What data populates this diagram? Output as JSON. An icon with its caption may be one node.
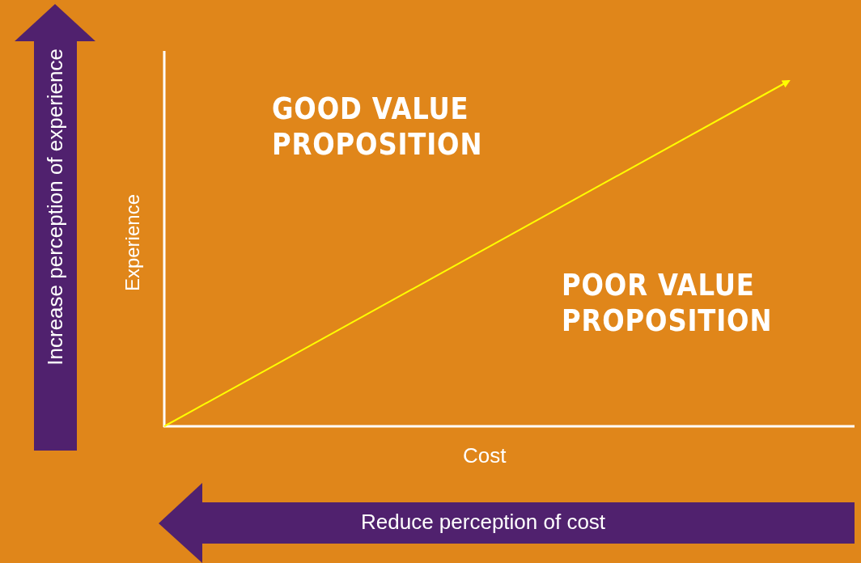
{
  "diagram": {
    "nodes": [
      {
        "text": [
          "Increase perception of experience"
        ]
      },
      {
        "text": [
          "Reduce perception of cost"
        ]
      }
    ],
    "labels": [
      "Experience",
      "GOOD VALUE PROPOSITION",
      "POOR VALUE PROPOSITION",
      "Cost"
    ]
  }
}
